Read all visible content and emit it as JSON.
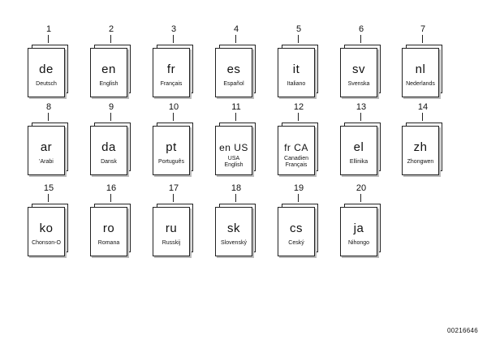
{
  "items": [
    {
      "num": "1",
      "code": "de",
      "names": [
        "Deutsch"
      ]
    },
    {
      "num": "2",
      "code": "en",
      "names": [
        "English"
      ]
    },
    {
      "num": "3",
      "code": "fr",
      "names": [
        "Français"
      ]
    },
    {
      "num": "4",
      "code": "es",
      "names": [
        "Español"
      ]
    },
    {
      "num": "5",
      "code": "it",
      "names": [
        "Italiano"
      ]
    },
    {
      "num": "6",
      "code": "sv",
      "names": [
        "Svenska"
      ]
    },
    {
      "num": "7",
      "code": "nl",
      "names": [
        "Nederlands"
      ]
    },
    {
      "num": "8",
      "code": "ar",
      "names": [
        "'Arabi"
      ]
    },
    {
      "num": "9",
      "code": "da",
      "names": [
        "Dansk"
      ]
    },
    {
      "num": "10",
      "code": "pt",
      "names": [
        "Português"
      ]
    },
    {
      "num": "11",
      "code": "en US",
      "names": [
        "USA",
        "English"
      ]
    },
    {
      "num": "12",
      "code": "fr CA",
      "names": [
        "Canadien",
        "Français"
      ]
    },
    {
      "num": "13",
      "code": "el",
      "names": [
        "Ellinika"
      ]
    },
    {
      "num": "14",
      "code": "zh",
      "names": [
        "Zhongwen"
      ]
    },
    {
      "num": "15",
      "code": "ko",
      "names": [
        "Chonson-O"
      ]
    },
    {
      "num": "16",
      "code": "ro",
      "names": [
        "Romana"
      ]
    },
    {
      "num": "17",
      "code": "ru",
      "names": [
        "Russkij"
      ]
    },
    {
      "num": "18",
      "code": "sk",
      "names": [
        "Slovenský"
      ]
    },
    {
      "num": "19",
      "code": "cs",
      "names": [
        "Ceský"
      ]
    },
    {
      "num": "20",
      "code": "ja",
      "names": [
        "Nihongo"
      ]
    }
  ],
  "figure_id": "00216646"
}
